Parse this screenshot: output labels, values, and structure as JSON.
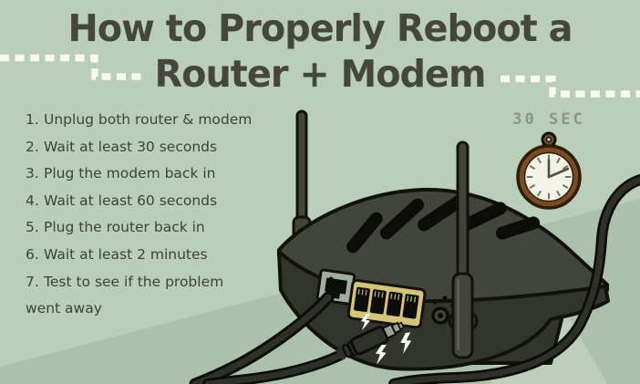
{
  "title": {
    "line1": "How to Properly Reboot a",
    "line2": "Router + Modem"
  },
  "steps": [
    {
      "num": "1.",
      "text": "Unplug both router & modem"
    },
    {
      "num": "2.",
      "text": "Wait at least 30 seconds"
    },
    {
      "num": "3.",
      "text": "Plug the modem back in"
    },
    {
      "num": "4.",
      "text": "Wait at least 60 seconds"
    },
    {
      "num": "5.",
      "text": "Plug the router back in"
    },
    {
      "num": "6.",
      "text": "Wait at least 2 minutes"
    },
    {
      "num": "7.",
      "text": "Test to see if the problem",
      "line2": "went away"
    }
  ],
  "stopwatch": {
    "label": "30 SEC"
  },
  "illustration_parts": {
    "router": "wireless-router-rear-view",
    "stopwatch": "brown-pocket-stopwatch",
    "sparks": "unplugged-power-plug-sparks"
  },
  "colors": {
    "bg": "#b9cfbb",
    "floor": "#acc1ab",
    "beam": "#cbdac6",
    "dash": "#f7f9f2",
    "title": "#45473e",
    "step_text": "#3a423b",
    "timer_text": "#8d958a",
    "router": "#42453c",
    "router_dark": "#32352d",
    "ink": "#0c0d09",
    "outline": "#12120d",
    "panel": "#d5c377",
    "port_gray": "#9fae9f",
    "cable": "#2e3129",
    "spark": "#fcfdf7",
    "watch": "#7a4c22",
    "watch_face": "#f4f3e8",
    "metal": "#98a296"
  }
}
